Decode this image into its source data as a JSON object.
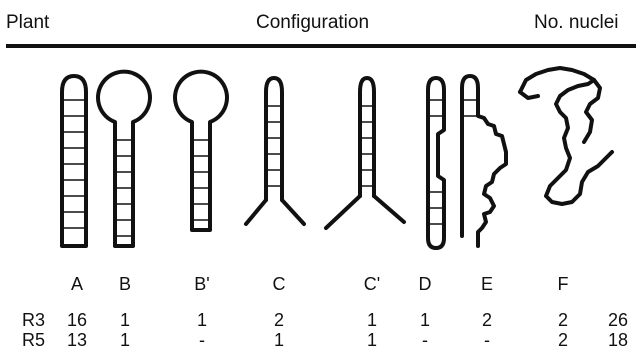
{
  "header": {
    "plant": "Plant",
    "configuration": "Configuration",
    "nuclei": "No. nuclei"
  },
  "configurations": [
    "A",
    "B",
    "B'",
    "C",
    "C'",
    "D",
    "E",
    "F"
  ],
  "rows": [
    {
      "label": "R3",
      "values": [
        "16",
        "1",
        "1",
        "2",
        "1",
        "1",
        "2",
        "2"
      ],
      "total": "26"
    },
    {
      "label": "R5",
      "values": [
        "13",
        "1",
        "-",
        "1",
        "1",
        "-",
        "-",
        "2"
      ],
      "total": "18"
    }
  ]
}
